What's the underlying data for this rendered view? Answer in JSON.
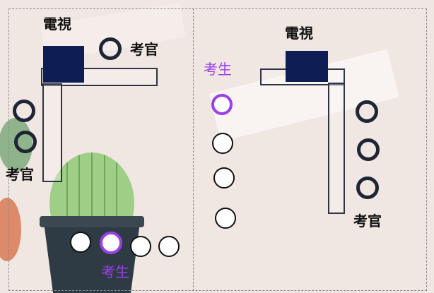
{
  "colors": {
    "tv": "#0f1d55",
    "examiner": "#1f2535",
    "candidate": "#9b3fe8",
    "background": "#f1e7e2"
  },
  "left_panel": {
    "tv_label": "電視",
    "examiner_top_label": "考官",
    "examiner_left_label": "考官",
    "candidate_label": "考生"
  },
  "right_panel": {
    "tv_label": "電視",
    "candidate_label": "考生",
    "examiner_label": "考官"
  }
}
